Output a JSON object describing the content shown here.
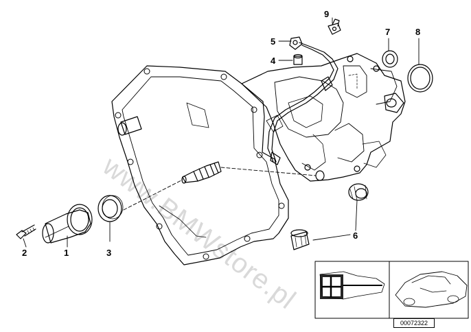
{
  "diagram": {
    "watermark_text": "www.BMWstore.pl",
    "reference_code": "00072322",
    "callouts": [
      {
        "id": "1",
        "label": "1"
      },
      {
        "id": "2",
        "label": "2"
      },
      {
        "id": "3",
        "label": "3"
      },
      {
        "id": "4",
        "label": "4"
      },
      {
        "id": "5",
        "label": "5"
      },
      {
        "id": "6",
        "label": "6"
      },
      {
        "id": "7",
        "label": "7"
      },
      {
        "id": "8",
        "label": "8"
      },
      {
        "id": "9",
        "label": "9"
      }
    ]
  }
}
